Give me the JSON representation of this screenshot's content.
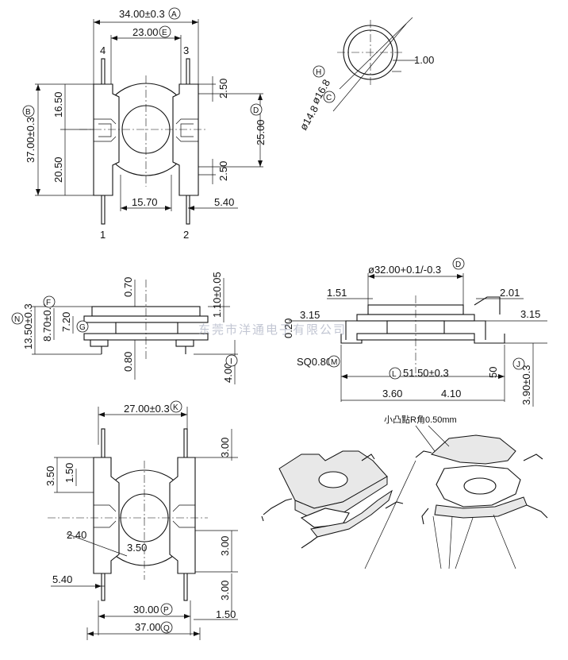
{
  "top_view": {
    "dim_overall_width": "34.00±0.3",
    "tag_overall_width": "A",
    "dim_inner_width": "23.00",
    "tag_inner_width": "E",
    "dim_overall_height": "37.00±0.3",
    "tag_overall_height": "B",
    "dim_upper": "16.50",
    "dim_lower": "20.50",
    "dim_pitch_top": "2.50",
    "dim_pin_span": "25.00",
    "tag_pin_span": "D",
    "dim_pitch_bottom": "2.50",
    "dim_bottom_span": "15.70",
    "dim_pin_offset": "5.40",
    "pin_labels": [
      "4",
      "3",
      "1",
      "2"
    ]
  },
  "ring_view": {
    "dim_wall": "1.00",
    "dim_outer_dia": "ø16.8",
    "tag_outer_dia": "H",
    "dim_inner_dia": "ø14.8",
    "tag_inner_dia": "C"
  },
  "side_view_left": {
    "dim_total_height": "13.50±0.3",
    "tag_total_height": "N",
    "dim_body_height": "8.70±0.1",
    "tag_body_height": "F",
    "dim_flange": "7.20",
    "tag_flange": "G",
    "dim_top": "0.70",
    "dim_top_tol": "1.10±0.05",
    "dim_bottom": "0.80",
    "dim_pin_length": "4.00",
    "tag_pin_length": "I"
  },
  "side_view_right": {
    "dim_flange_dia": "ø32.00+0.1/-0.3",
    "tag_flange_dia": "D",
    "dim_left_step": "1.51",
    "dim_right_step": "2.01",
    "dim_left_offset": "3.15",
    "dim_right_offset": "3.15",
    "dim_small": "0.20",
    "dim_square_pin": "SQ0.80",
    "tag_square_pin": "M",
    "dim_overall_length": "51.50±0.3",
    "tag_overall_length": "L",
    "dim_height_small": "50",
    "tag_height_small": "J",
    "dim_left_segment": "3.60",
    "dim_right_segment": "4.10",
    "dim_height": "3.90±0.3"
  },
  "watermark": "东莞市洋通电子有限公司",
  "bottom_view": {
    "dim_top_width": "27.00±0.3",
    "tag_top_width": "K",
    "dim_left_upper": "3.50",
    "dim_left_small": "1.50",
    "dim_right_top": "3.00",
    "dim_diag_a": "2.40",
    "dim_diag_b": "3.50",
    "dim_right_mid": "3.00",
    "dim_right_low": "3.00",
    "dim_pin_offset": "5.40",
    "dim_inner_width": "30.00",
    "tag_inner_width": "P",
    "dim_right_bottom": "1.50",
    "dim_outer_width": "37.00",
    "tag_outer_width": "Q"
  },
  "iso_view": {
    "note": "小凸點R角0.50mm"
  }
}
